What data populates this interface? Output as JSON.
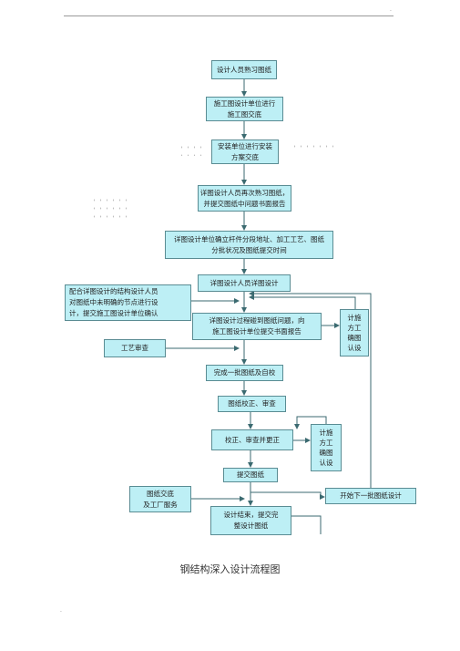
{
  "nodes": [
    {
      "id": "n1",
      "lines": [
        "设计人员熟习图纸"
      ]
    },
    {
      "id": "n2",
      "lines": [
        "施工图设计单位进行",
        "施工图交底"
      ]
    },
    {
      "id": "n3",
      "lines": [
        "安装单位进行安装",
        "方案交底"
      ]
    },
    {
      "id": "n4",
      "lines": [
        "详图设计人员再次熟习图纸，",
        "并提交图纸中问题书面报告"
      ]
    },
    {
      "id": "n5",
      "lines": [
        "详图设计单位确立杆件分段地址、加工工艺、图纸",
        "分批状况及图纸提交时间"
      ]
    },
    {
      "id": "n6",
      "lines": [
        "详图设计人员详图设计"
      ]
    },
    {
      "id": "n7",
      "lines": [
        "配合详图设计的结构设计人员",
        "对图纸中未明确的节点进行设",
        "计，提交施工图设计单位确认"
      ]
    },
    {
      "id": "n8",
      "lines": [
        "详图设计过程碰到图纸问题，向",
        "施工图设计单位提交书面报告"
      ]
    },
    {
      "id": "n9",
      "lines": [
        "计施",
        "方工",
        "确图",
        "认设"
      ]
    },
    {
      "id": "n10",
      "lines": [
        "工艺审查"
      ]
    },
    {
      "id": "n11",
      "lines": [
        "完成一批图纸及自校"
      ]
    },
    {
      "id": "n12",
      "lines": [
        "图纸校正、审查"
      ]
    },
    {
      "id": "n13",
      "lines": [
        "校正、审查并更正"
      ]
    },
    {
      "id": "n14",
      "lines": [
        "计施",
        "方工",
        "确图",
        "认设"
      ]
    },
    {
      "id": "n15",
      "lines": [
        "提交图纸"
      ]
    },
    {
      "id": "n16",
      "lines": [
        "图纸交底",
        "及工厂服务"
      ]
    },
    {
      "id": "n17",
      "lines": [
        "开始下一批图纸设计"
      ]
    },
    {
      "id": "n18",
      "lines": [
        "设计结束，提交完",
        "整设计图纸"
      ]
    }
  ],
  "caption": "钢结构深入设计流程图",
  "colors": {
    "box_fill": "#bdeff5",
    "box_border": "#5a8c93",
    "edge": "#3b6a70"
  }
}
